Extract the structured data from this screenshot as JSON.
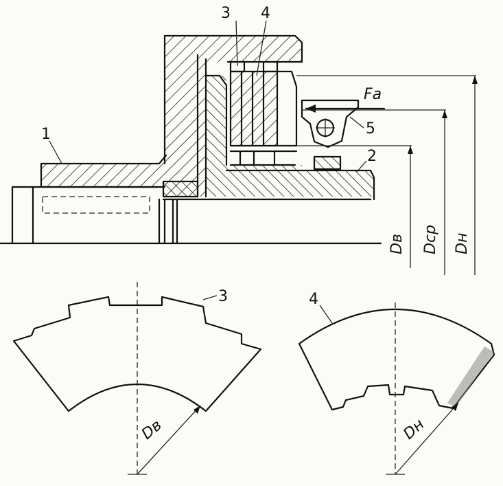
{
  "labels": {
    "part_1": "1",
    "part_2": "2",
    "part_3": "3",
    "part_4": "4",
    "part_5": "5",
    "force": "Fa",
    "d_inner": "Dв",
    "d_mean": "Dср",
    "d_outer": "Dн",
    "disk3_label": "3",
    "disk4_label": "4",
    "disk3_dim": "Dв",
    "disk4_dim": "Dн"
  }
}
